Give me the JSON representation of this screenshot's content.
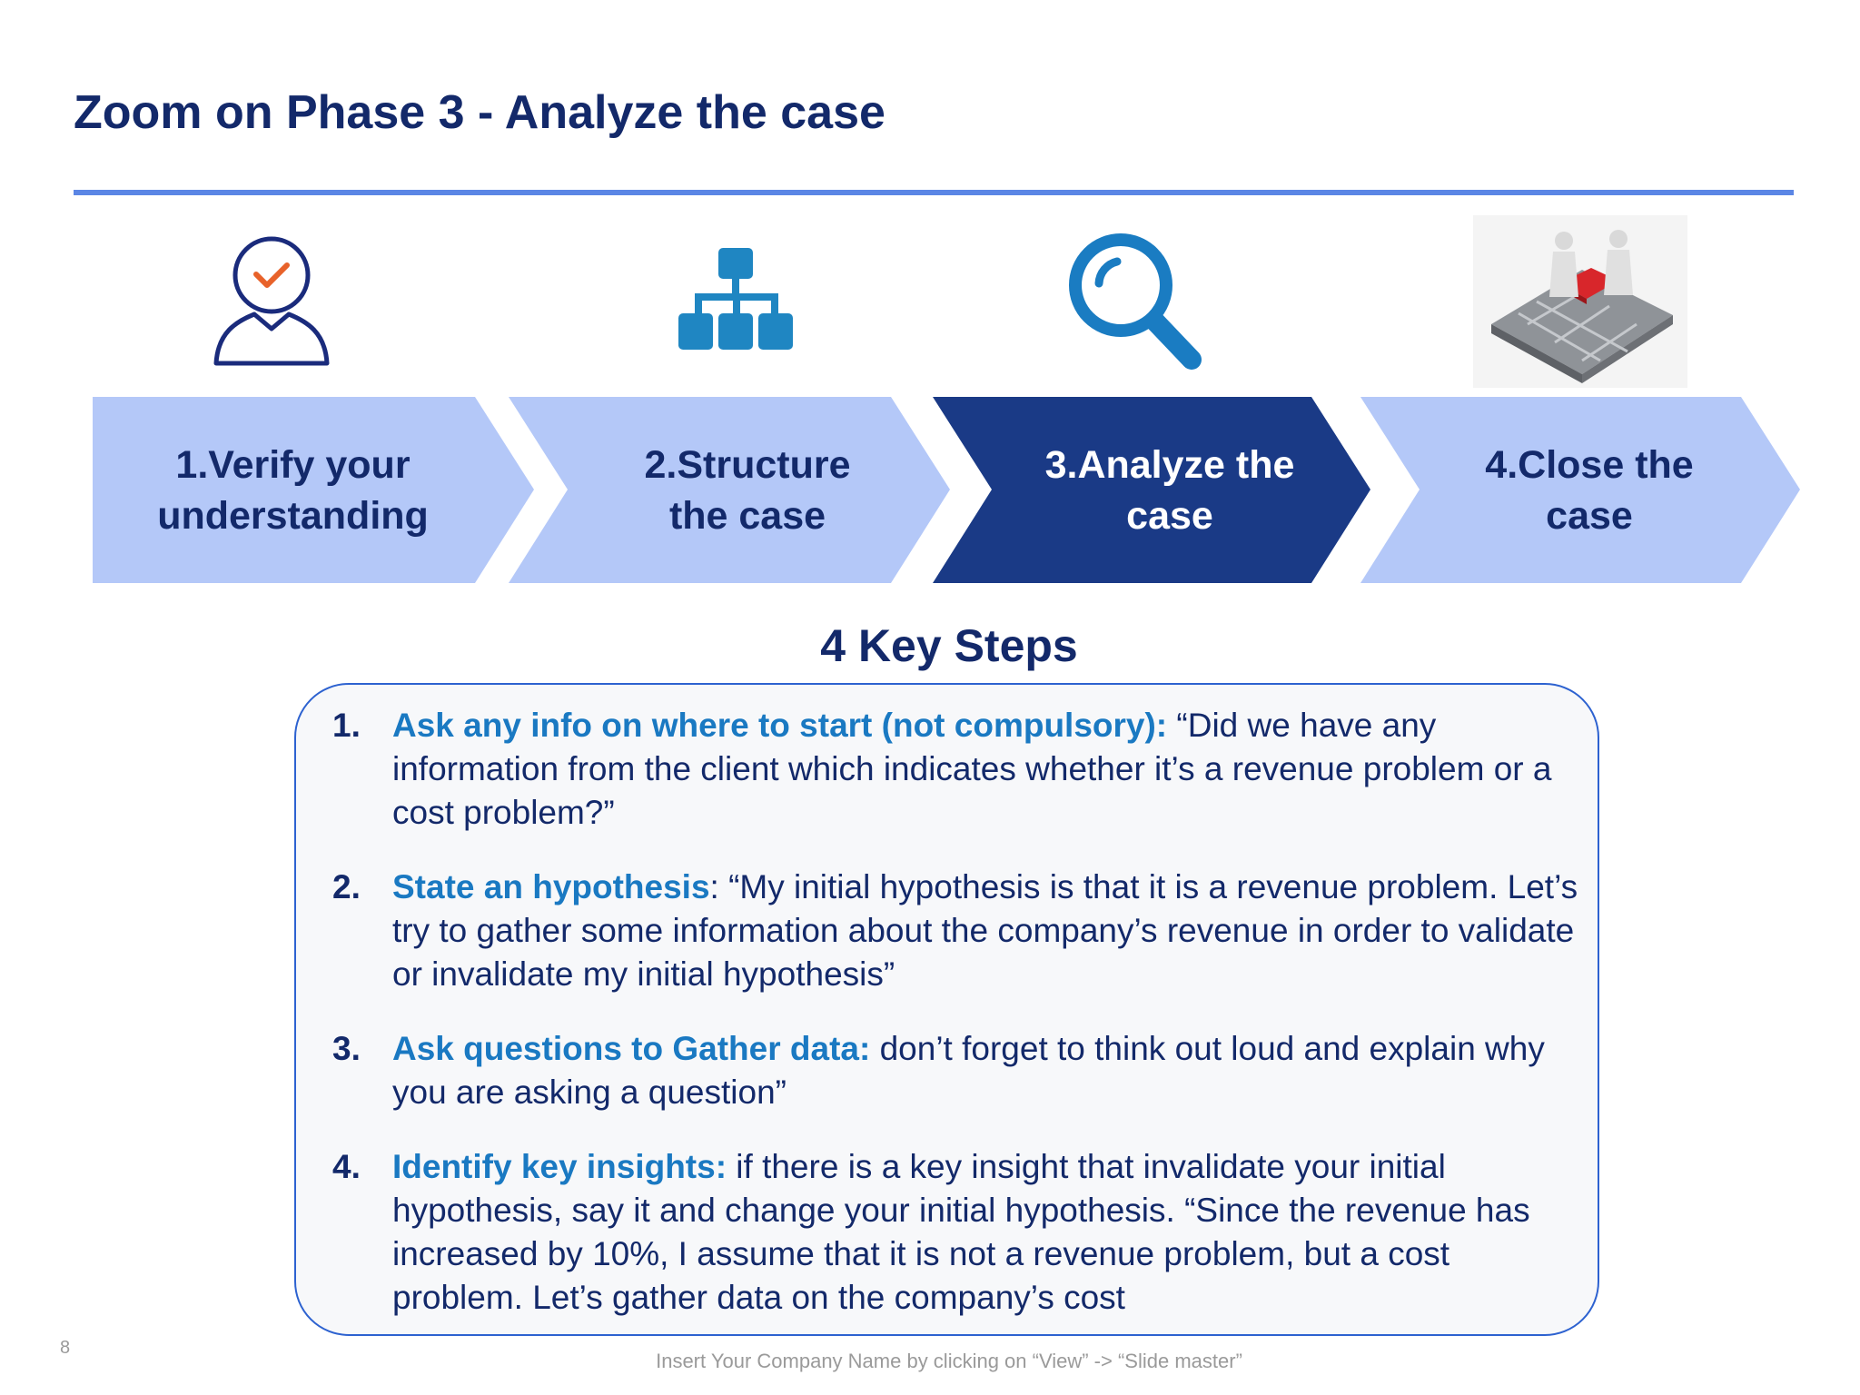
{
  "title": "Zoom on Phase 3 - Analyze the case",
  "phases": [
    {
      "label": "1.Verify your\nunderstanding",
      "active": false,
      "icon": "user-check-icon"
    },
    {
      "label": "2.Structure\nthe case",
      "active": false,
      "icon": "org-chart-icon"
    },
    {
      "label": "3.Analyze the\ncase",
      "active": true,
      "icon": "magnifier-icon"
    },
    {
      "label": "4.Close the\ncase",
      "active": false,
      "icon": "puzzle-team-icon"
    }
  ],
  "steps_heading": "4 Key Steps",
  "steps": [
    {
      "num": "1.",
      "key": "Ask any info on where to start (not compulsory):",
      "text": " “Did we have any information from the client which indicates whether it’s a revenue problem or a cost problem?”"
    },
    {
      "num": "2.",
      "key": "State an hypothesis",
      "text": ": “My initial hypothesis is that it is a revenue problem. Let’s try to gather some information about the company’s revenue in order to validate or invalidate my initial hypothesis”"
    },
    {
      "num": "3.",
      "key": "Ask questions to Gather data:",
      "text": " don’t forget to think out loud and explain why you are asking a question”"
    },
    {
      "num": "4.",
      "key": "Identify key insights:",
      "text": " if there is a key insight that invalidate your initial hypothesis, say it and change your initial hypothesis. “Since the revenue has increased by 10%, I assume that it is not a revenue problem, but a cost problem. Let’s gather data on the company’s cost"
    }
  ],
  "page_number": "8",
  "footer": "Insert Your Company Name by clicking on “View” -> “Slide master”",
  "colors": {
    "navy": "#13296a",
    "accent_blue": "#1a79c2",
    "chevron_light": "#b4c8f8",
    "chevron_active": "#1a3a86",
    "rule": "#5b86e5"
  }
}
